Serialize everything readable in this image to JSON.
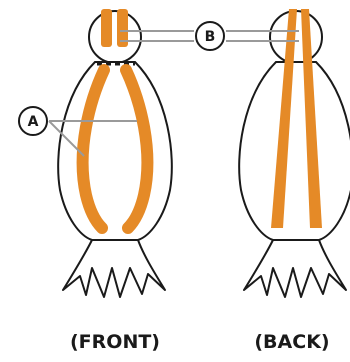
{
  "figure": {
    "views": [
      {
        "id": "front",
        "label": "(FRONT)"
      },
      {
        "id": "back",
        "label": "(BACK)"
      }
    ],
    "callouts": [
      {
        "id": "a",
        "letter": "A"
      },
      {
        "id": "b",
        "letter": "B"
      }
    ],
    "colors": {
      "strap": "#E58A27",
      "outline": "#1a1a1a",
      "leader": "#9a9a9a",
      "background": "#ffffff"
    }
  }
}
